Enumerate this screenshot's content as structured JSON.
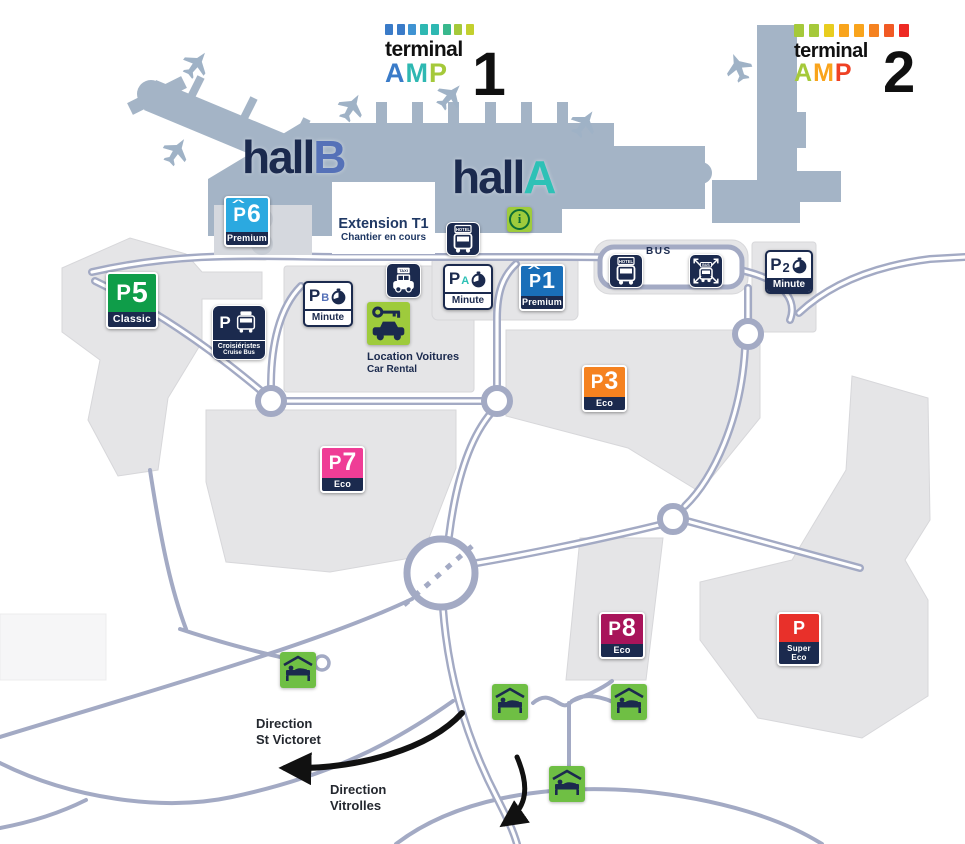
{
  "logos": {
    "t1": {
      "word": "terminal",
      "number": "1",
      "squares": [
        "#3a7bc8",
        "#3a7bc8",
        "#3f93d2",
        "#2eb8b2",
        "#2eb8b2",
        "#38b88d",
        "#a5c93a",
        "#c3d02e"
      ],
      "amp": [
        {
          "ch": "A",
          "color": "#3a7bc8"
        },
        {
          "ch": "M",
          "color": "#2eb8b2"
        },
        {
          "ch": "P",
          "color": "#a5c93a"
        }
      ]
    },
    "t2": {
      "word": "terminal",
      "number": "2",
      "squares": [
        "#a5c93a",
        "#a5c93a",
        "#e8cd1f",
        "#f9a41c",
        "#f9a41c",
        "#f58220",
        "#f15a24",
        "#ee2a24"
      ],
      "amp": [
        {
          "ch": "A",
          "color": "#a5c93a"
        },
        {
          "ch": "M",
          "color": "#f9a41c"
        },
        {
          "ch": "P",
          "color": "#ef4123"
        }
      ]
    }
  },
  "halls": {
    "b": {
      "word": "hall",
      "letter": "B"
    },
    "a": {
      "word": "hall",
      "letter": "A"
    }
  },
  "extension": {
    "title": "Extension T1",
    "subtitle": "Chantier en cours"
  },
  "parkings": {
    "p6": {
      "p": "P",
      "num": "6",
      "tier": "Premium",
      "color": "#2ba9e0",
      "hat": "^"
    },
    "p5": {
      "p": "P",
      "num": "5",
      "tier": "Classic",
      "color": "#0f9d49"
    },
    "p1": {
      "p": "P",
      "num": "1",
      "tier": "Premium",
      "color": "#1a6fb9",
      "hat": "^"
    },
    "p3": {
      "p": "P",
      "num": "3",
      "tier": "Eco",
      "color": "#f58220"
    },
    "p7": {
      "p": "P",
      "num": "7",
      "tier": "Eco",
      "color": "#ef3d96"
    },
    "p8": {
      "p": "P",
      "num": "8",
      "tier": "Eco",
      "color": "#a8145a"
    },
    "psuper": {
      "p": "P",
      "tier_line1": "Super",
      "tier_line2": "Eco",
      "color": "#e8302a"
    },
    "pb": {
      "p": "P",
      "sub": "B",
      "tier": "Minute",
      "sub_color": "#5571b8"
    },
    "pa": {
      "p": "P",
      "sub": "A",
      "tier": "Minute",
      "sub_color": "#2ec1b6"
    },
    "p2": {
      "p": "P",
      "sub": "2",
      "tier": "Minute",
      "sub_color": "#1b2a4e"
    },
    "cruise": {
      "p": "P",
      "line1": "Croisiéristes",
      "line2": "Cruise Bus"
    }
  },
  "poi": {
    "hotel_shuttle": {
      "sign": "HOTEL"
    },
    "bus_station": {
      "sign": "BUS"
    },
    "taxi": {
      "sign": "TAXI"
    },
    "info": {
      "glyph": "i"
    },
    "car_rental": {
      "line1": "Location Voitures",
      "line2": "Car Rental"
    }
  },
  "road_labels": {
    "bus": "BUS"
  },
  "directions": {
    "st_victoret": {
      "line1": "Direction",
      "line2": "St Victoret"
    },
    "vitrolles": {
      "line1": "Direction",
      "line2": "Vitrolles"
    }
  },
  "colors": {
    "navy": "#1b2a4e",
    "building": "#a4b4c6",
    "road": "#a3aac4",
    "lot": "#e5e5e7",
    "hotel_green": "#6fbf44",
    "lime": "#9ecb3c",
    "hall_b_letter": "#5571b8",
    "hall_a_letter": "#2ec1b6"
  }
}
